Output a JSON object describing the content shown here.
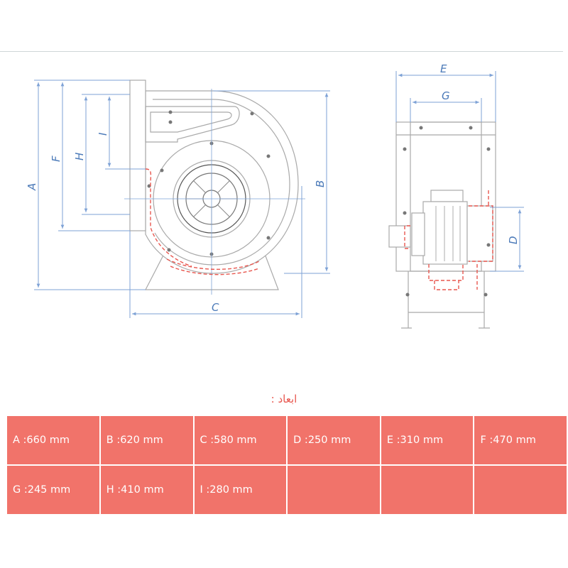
{
  "caption": "ابعاد :",
  "diagram": {
    "front_view_labels": [
      "A",
      "F",
      "H",
      "I",
      "B",
      "C"
    ],
    "side_view_labels": [
      "E",
      "G",
      "D"
    ],
    "colors": {
      "dimension_line": "#7ea2d6",
      "outline": "#a9a9a9",
      "highlight": "#e8574f"
    }
  },
  "dimensions": {
    "rows": [
      [
        "A :660 mm",
        "B :620 mm",
        "C :580 mm",
        "D :250 mm",
        "E :310 mm",
        "F :470 mm"
      ],
      [
        "G :245 mm",
        "H :410 mm",
        "I :280 mm",
        "",
        "",
        ""
      ]
    ]
  }
}
